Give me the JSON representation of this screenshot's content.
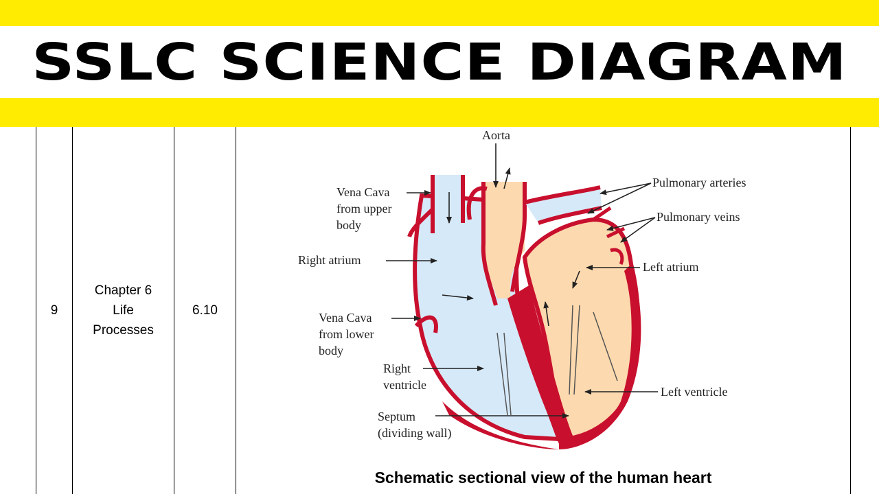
{
  "header": {
    "title": "SSLC SCIENCE DIAGRAM"
  },
  "table_row": {
    "number": "9",
    "chapter_line1": "Chapter 6",
    "chapter_line2": "Life",
    "chapter_line3": "Processes",
    "figure_number": "6.10"
  },
  "diagram": {
    "labels": {
      "aorta": "Aorta",
      "pulmonary_arteries": "Pulmonary arteries",
      "pulmonary_veins": "Pulmonary veins",
      "vena_cava_upper_1": "Vena Cava",
      "vena_cava_upper_2": "from upper",
      "vena_cava_upper_3": "body",
      "right_atrium": "Right atrium",
      "left_atrium": "Left atrium",
      "vena_cava_lower_1": "Vena Cava",
      "vena_cava_lower_2": "from lower",
      "vena_cava_lower_3": "body",
      "right_ventricle_1": "Right",
      "right_ventricle_2": "ventricle",
      "left_ventricle": "Left ventricle",
      "septum_1": "Septum",
      "septum_2": "(dividing wall)"
    },
    "caption": "Schematic sectional view of the human heart",
    "colors": {
      "muscle": "#c8102e",
      "deoxygenated": "#d6e9f8",
      "oxygenated": "#fcd9ae",
      "banner": "#ffec00"
    }
  }
}
